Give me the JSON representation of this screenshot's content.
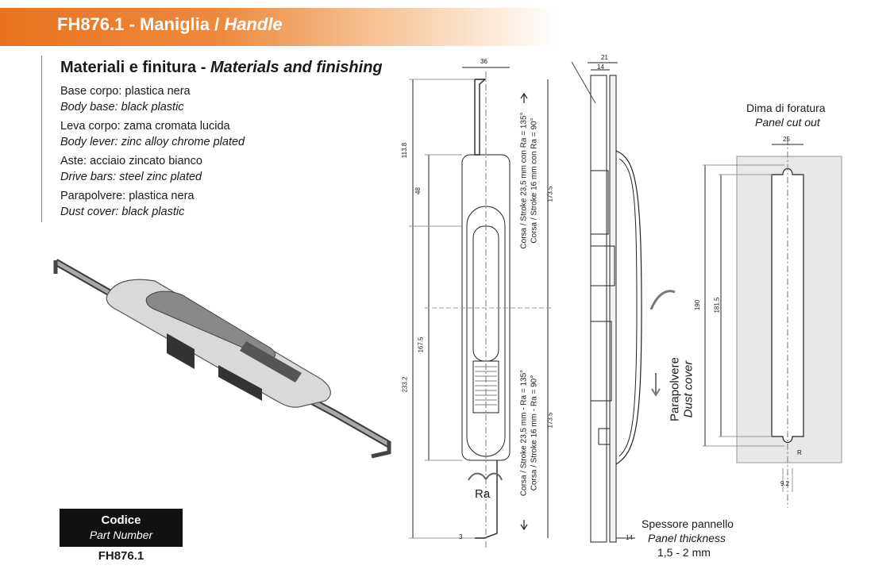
{
  "header": {
    "code": "FH876.1",
    "title_it": "Maniglia",
    "title_en": "Handle"
  },
  "materials": {
    "heading_it": "Materiali e finitura",
    "heading_en": "Materials and finishing",
    "items": [
      {
        "it": "Base corpo: plastica nera",
        "en": "Body base: black plastic"
      },
      {
        "it": "Leva corpo: zama cromata lucida",
        "en": "Body lever: zinc alloy chrome plated"
      },
      {
        "it": "Aste: acciaio zincato bianco",
        "en": "Drive bars: steel zinc plated"
      },
      {
        "it": "Parapolvere: plastica nera",
        "en": "Dust cover: black plastic"
      }
    ]
  },
  "part_number": {
    "label_it": "Codice",
    "label_en": "Part Number",
    "value": "FH876.1"
  },
  "front_view": {
    "dims": [
      "36",
      "113.8",
      "48",
      "167.5",
      "233.2",
      "173.5",
      "173.5",
      "3"
    ],
    "stroke_top_it": "Corsa / Stroke 23,5 mm con Ra = 135°",
    "stroke_top_en": "Corsa / Stroke 16 mm con Ra = 90°",
    "stroke_bottom_it": "Corsa / Stroke 23,5 mm - Ra = 135°",
    "stroke_bottom_en": "Corsa / Stroke 16 mm - Ra = 90°",
    "ra_label": "Ra"
  },
  "side_view": {
    "dims": [
      "21",
      "14",
      "14"
    ],
    "dust_cover_it": "Parapolvere",
    "dust_cover_en": "Dust cover",
    "panel_it": "Spessore pannello",
    "panel_en": "Panel thickness",
    "panel_value": "1,5 - 2 mm"
  },
  "cutout": {
    "title_it": "Dima di foratura",
    "title_en": "Panel cut out",
    "dims": [
      "25",
      "190",
      "181.5",
      "R",
      "9.2"
    ]
  }
}
